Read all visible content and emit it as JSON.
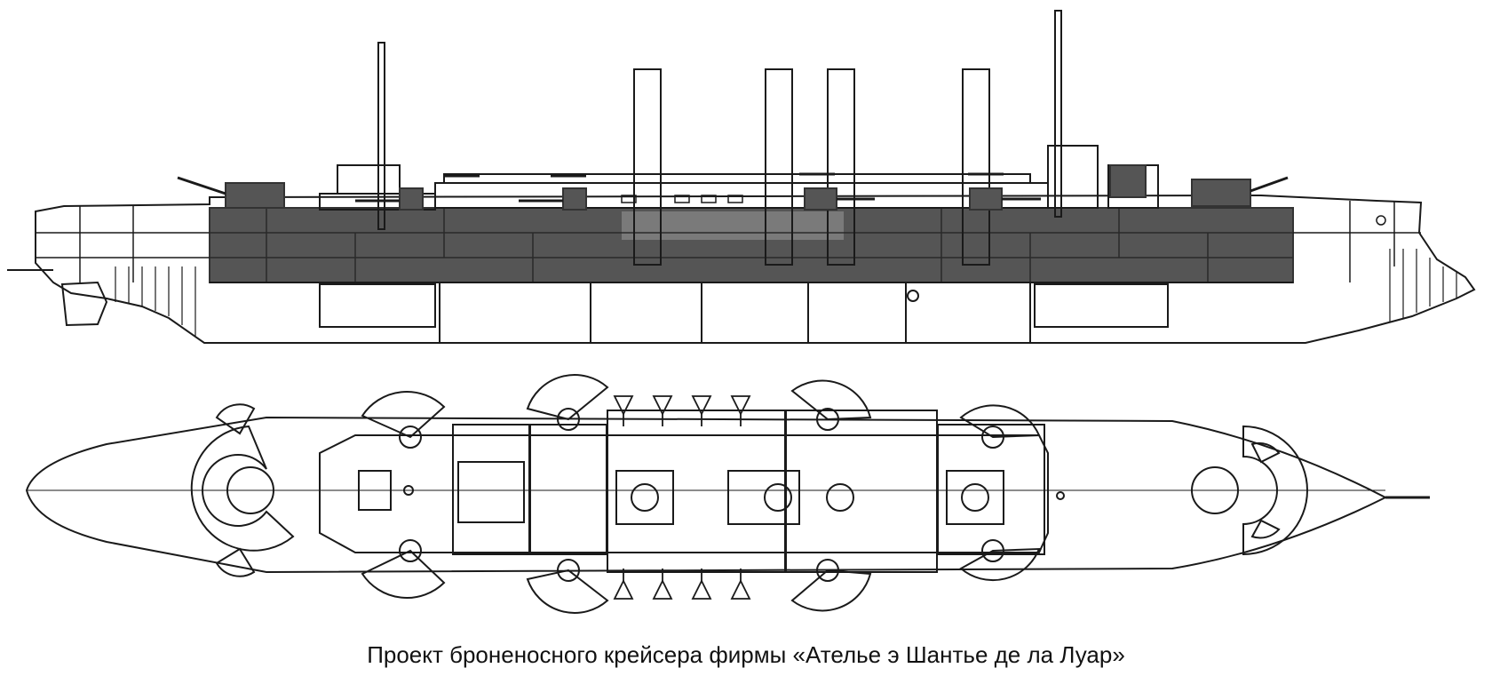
{
  "caption": "Проект броненосного крейсера фирмы «Ателье э Шантье де ла Луар»",
  "colors": {
    "line": "#1a1a1a",
    "armor": "#555555",
    "paper": "#ffffff"
  },
  "views": {
    "side": "side-elevation",
    "top": "deck-plan"
  }
}
